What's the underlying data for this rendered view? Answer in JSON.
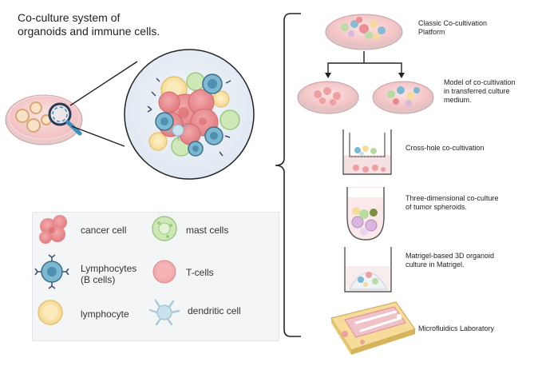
{
  "title_line1": "Co-culture system of",
  "title_line2": "organoids and immune cells.",
  "legend": {
    "cancer_cell": "cancer cell",
    "mast_cells": "mast cells",
    "lymphocytes_b_1": "Lymphocytes",
    "lymphocytes_b_2": "(B cells)",
    "t_cells": "T-cells",
    "lymphocyte": "lymphocyte",
    "dendritic_cell": "dendritic cell"
  },
  "steps": {
    "classic_1": "Classic Co-cultivation",
    "classic_2": "Platform",
    "transferred_1": "Model of co-cultivation",
    "transferred_2": "in transferred culture",
    "transferred_3": "medium.",
    "crosshole": "Cross-hole co-cultivation",
    "spheroid_1": "Three-dimensional co-culture",
    "spheroid_2": "of tumor spheroids.",
    "matrigel_1": "Matrigel-based 3D organoid",
    "matrigel_2": "culture in Matrigel.",
    "microfluidics": "Microfluidics Laboratory"
  },
  "colors": {
    "dish_pink": "#f4c7c8",
    "cancer_red": "#e9888c",
    "lymph_blue": "#6aaec9",
    "mast_green": "#b8dca0",
    "lymphocyte_yellow": "#f6dc98",
    "dendritic_lightblue": "#c9e2ee",
    "spheroid_purple": "#d9b6e0",
    "magnifier_blue": "#3d8fbf"
  }
}
